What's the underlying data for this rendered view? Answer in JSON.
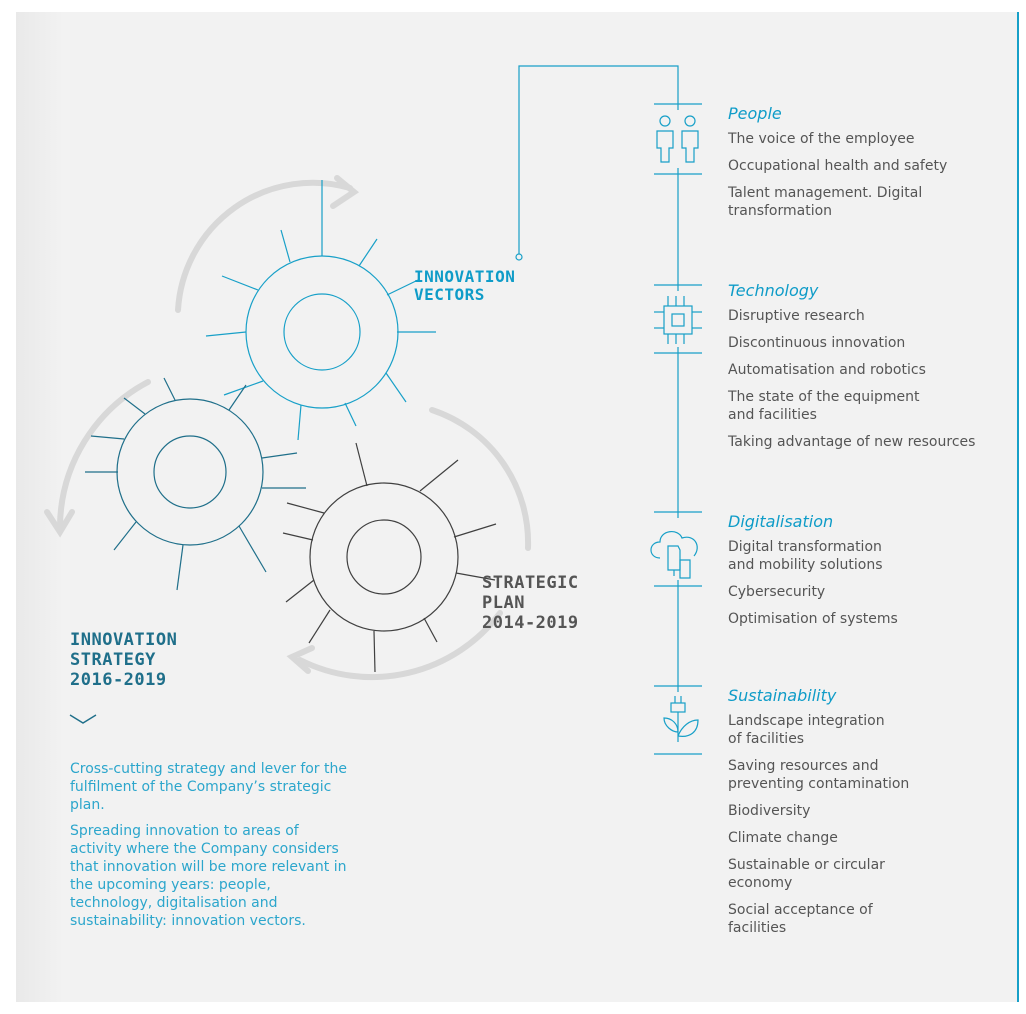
{
  "labels": {
    "innovation_vectors": [
      "INNOVATION",
      "VECTORS"
    ],
    "strategic_plan": [
      "STRATEGIC",
      "PLAN",
      "2014-2019"
    ],
    "innovation_strategy": [
      "INNOVATION",
      "STRATEGY",
      "2016-2019"
    ]
  },
  "description": [
    "Cross-cutting strategy and lever for the fulfilment of the Company’s strategic plan.",
    "Spreading innovation to areas of activity where the Company considers that innovation will be more relevant in the upcoming years: people, technology, digitalisation and sustainability: innovation vectors."
  ],
  "vectors": [
    {
      "title": "People",
      "icon": "people-icon",
      "items": [
        "The voice of the employee",
        "Occupational health and safety",
        "Talent management. Digital transformation"
      ]
    },
    {
      "title": "Technology",
      "icon": "chip-icon",
      "items": [
        "Disruptive research",
        "Discontinuous innovation",
        "Automatisation and robotics",
        "The state of the equipment and facilities",
        "Taking advantage of new resources"
      ]
    },
    {
      "title": "Digitalisation",
      "icon": "cloud-documents-icon",
      "items": [
        "Digital transformation and mobility solutions",
        "Cybersecurity",
        "Optimisation of systems"
      ]
    },
    {
      "title": "Sustainability",
      "icon": "plug-leaf-icon",
      "items": [
        "Landscape integration of facilities",
        "Saving resources and preventing contamination",
        "Biodiversity",
        "Climate change",
        "Sustainable or circular economy",
        "Social acceptance of facilities"
      ]
    }
  ],
  "colors": {
    "accent": "#0f9cc8",
    "dark_teal": "#1f6f8a",
    "grey_text": "#555555",
    "arrow_grey": "#d6d6d6"
  }
}
